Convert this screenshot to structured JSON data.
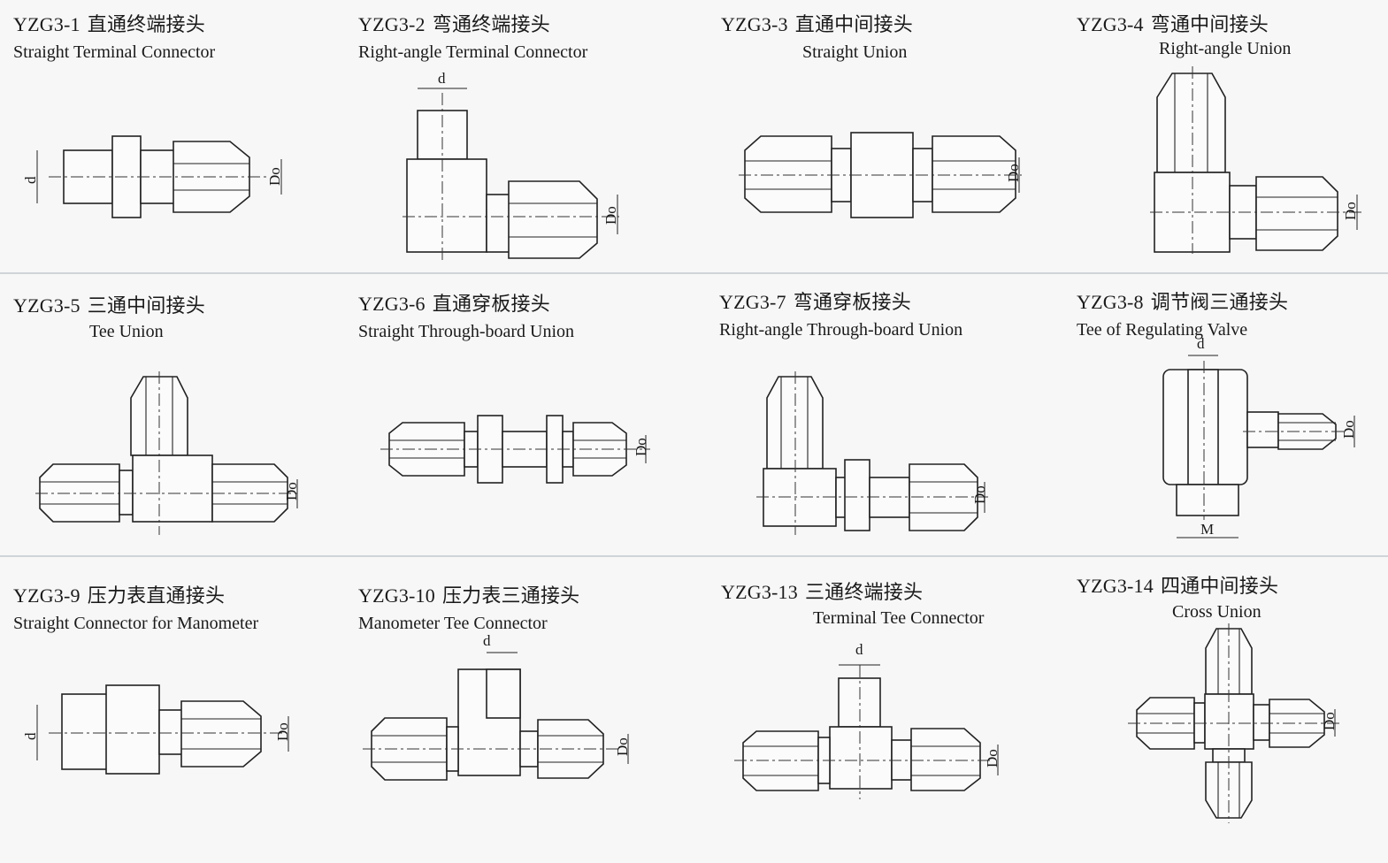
{
  "items": [
    {
      "code": "YZG3-1",
      "cn": "直通终端接头",
      "en": "Straight Terminal Connector"
    },
    {
      "code": "YZG3-2",
      "cn": "弯通终端接头",
      "en": "Right-angle Terminal Connector"
    },
    {
      "code": "YZG3-3",
      "cn": "直通中间接头",
      "en": "Straight Union"
    },
    {
      "code": "YZG3-4",
      "cn": "弯通中间接头",
      "en": "Right-angle Union"
    },
    {
      "code": "YZG3-5",
      "cn": "三通中间接头",
      "en": "Tee Union"
    },
    {
      "code": "YZG3-6",
      "cn": "直通穿板接头",
      "en": "Straight Through-board Union"
    },
    {
      "code": "YZG3-7",
      "cn": "弯通穿板接头",
      "en": "Right-angle Through-board Union"
    },
    {
      "code": "YZG3-8",
      "cn": "调节阀三通接头",
      "en": "Tee of Regulating Valve"
    },
    {
      "code": "YZG3-9",
      "cn": "压力表直通接头",
      "en": "Straight Connector for Manometer"
    },
    {
      "code": "YZG3-10",
      "cn": "压力表三通接头",
      "en": "Manometer Tee Connector"
    },
    {
      "code": "YZG3-13",
      "cn": "三通终端接头",
      "en": "Terminal Tee Connector"
    },
    {
      "code": "YZG3-14",
      "cn": "四通中间接头",
      "en": "Cross Union"
    }
  ],
  "dims": {
    "d": "d",
    "do": "Do",
    "m": "M"
  }
}
